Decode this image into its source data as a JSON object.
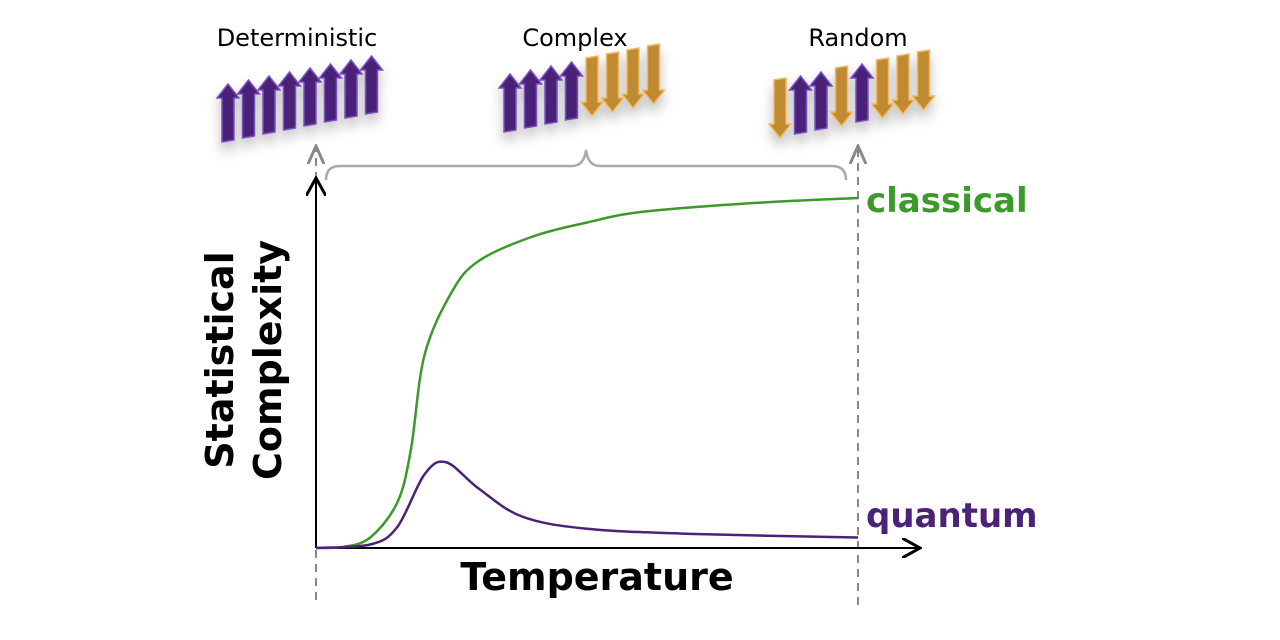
{
  "regimes": [
    {
      "label": "Deterministic",
      "spins": [
        "up",
        "up",
        "up",
        "up",
        "up",
        "up",
        "up",
        "up"
      ]
    },
    {
      "label": "Complex",
      "spins": [
        "up",
        "up",
        "up",
        "up",
        "down",
        "down",
        "down",
        "down"
      ]
    },
    {
      "label": "Random",
      "spins": [
        "down",
        "up",
        "up",
        "down",
        "up",
        "down",
        "down",
        "down"
      ]
    }
  ],
  "colors": {
    "classical": "#3b9a2a",
    "quantum": "#4a2277",
    "spin_up": "#4a2277",
    "spin_down": "#c08a30",
    "axis": "#000000",
    "guide": "#888888"
  },
  "chart_data": {
    "type": "line",
    "xlabel": "Temperature",
    "ylabel": "Statistical Complexity",
    "ylabel_lines": [
      "Statistical",
      "Complexity"
    ],
    "xlim": [
      0,
      10
    ],
    "ylim": [
      0,
      10
    ],
    "series": [
      {
        "name": "classical",
        "x": [
          0,
          0.5,
          1,
          1.5,
          1.75,
          2,
          2.5,
          3,
          4,
          5,
          6,
          8,
          10
        ],
        "y": [
          0,
          0.03,
          0.3,
          1.3,
          2.8,
          5.5,
          7.3,
          8.2,
          8.9,
          9.3,
          9.6,
          9.85,
          10
        ]
      },
      {
        "name": "quantum",
        "x": [
          0,
          1,
          1.5,
          2,
          2.4,
          3,
          3.8,
          5,
          7,
          10
        ],
        "y": [
          0,
          0.1,
          0.6,
          2.1,
          2.45,
          1.7,
          0.9,
          0.55,
          0.4,
          0.3
        ]
      }
    ]
  }
}
